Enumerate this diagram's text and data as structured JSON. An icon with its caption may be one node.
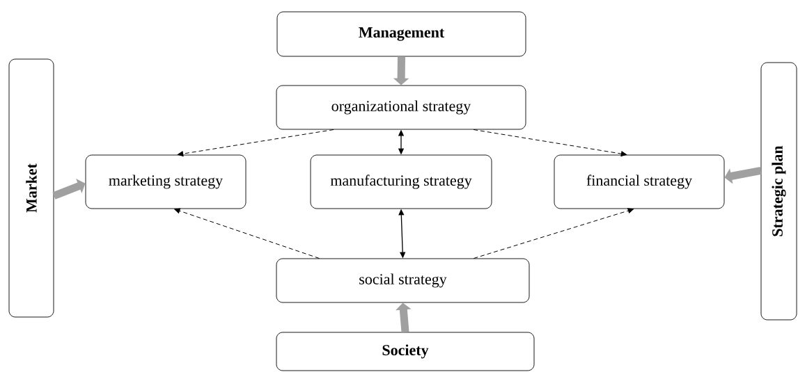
{
  "diagram": {
    "nodes": [
      {
        "text": [
          "Management"
        ]
      },
      {
        "text": [
          "Market"
        ]
      },
      {
        "text": [
          "organizational strategy"
        ]
      },
      {
        "text": [
          "marketing strategy"
        ]
      },
      {
        "text": [
          "manufacturing strategy"
        ]
      },
      {
        "text": [
          "financial strategy"
        ]
      },
      {
        "text": [
          "Strategic plan"
        ]
      },
      {
        "text": [
          "social strategy"
        ]
      },
      {
        "text": [
          "Society"
        ]
      }
    ],
    "edges": [
      {
        "from": 0,
        "to": 2,
        "arrow": "to",
        "style": "thick",
        "color": "#a0a0a0"
      },
      {
        "from": 1,
        "to": 3,
        "arrow": "to",
        "style": "thick",
        "color": "#a0a0a0"
      },
      {
        "from": 6,
        "to": 5,
        "arrow": "to",
        "style": "thick",
        "color": "#a0a0a0"
      },
      {
        "from": 8,
        "to": 7,
        "arrow": "to",
        "style": "thick",
        "color": "#a0a0a0"
      },
      {
        "from": 2,
        "to": 3,
        "arrow": "to",
        "style": "dashed"
      },
      {
        "from": 2,
        "to": 5,
        "arrow": "to",
        "style": "dashed"
      },
      {
        "from": 2,
        "to": 4,
        "arrow": "both"
      },
      {
        "from": 7,
        "to": 3,
        "arrow": "to",
        "style": "dashed"
      },
      {
        "from": 7,
        "to": 5,
        "arrow": "to",
        "style": "dashed"
      },
      {
        "from": 7,
        "to": 4,
        "arrow": "both"
      }
    ]
  }
}
